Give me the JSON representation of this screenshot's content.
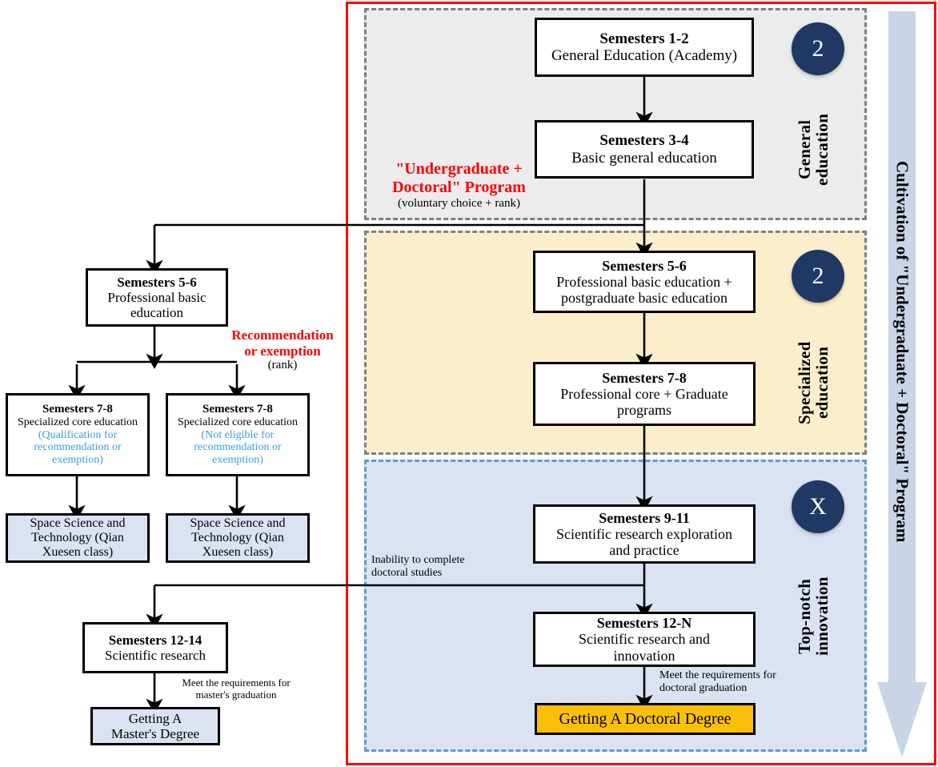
{
  "diagram": {
    "title": "Cultivation of \"Undergraduate + Doctoral\" Program",
    "colors": {
      "frame_red": "#ff0000",
      "general_bg": "#ececec",
      "specialized_bg": "#fdeecb",
      "topnotch_bg": "#dbe3f2",
      "badge_navy": "#1f3864",
      "degree_yellow": "#fbbf08",
      "note_blue": "#3d9be9",
      "banner_gray": "#c9d4e6"
    }
  },
  "regions": [
    {
      "id": "general",
      "badge": "2",
      "label": "General\neducation",
      "label_line1": "General",
      "label_line2": "education"
    },
    {
      "id": "specialized",
      "badge": "2",
      "label": "Specialized\neducation",
      "label_line1": "Specialized",
      "label_line2": "education"
    },
    {
      "id": "topnotch",
      "badge": "X",
      "label": "Top-notch\ninnovation",
      "label_line1": "Top-notch",
      "label_line2": "innovation"
    }
  ],
  "main_track": [
    {
      "id": "sem-1-2",
      "title": "Semesters 1-2",
      "lines": [
        "General Education (Academy)"
      ]
    },
    {
      "id": "sem-3-4",
      "title": "Semesters 3-4",
      "lines": [
        "Basic general education"
      ]
    },
    {
      "id": "sem-5-6",
      "title": "Semesters 5-6",
      "lines": [
        "Professional basic education +",
        "postgraduate basic education"
      ]
    },
    {
      "id": "sem-7-8",
      "title": "Semesters 7-8",
      "lines": [
        "Professional core + Graduate",
        "programs"
      ]
    },
    {
      "id": "sem-9-11",
      "title": "Semesters 9-11",
      "lines": [
        "Scientific research exploration",
        "and practice"
      ]
    },
    {
      "id": "sem-12-n",
      "title": "Semesters 12-N",
      "lines": [
        "Scientific research and",
        "innovation"
      ]
    },
    {
      "id": "doctoral-degree",
      "title": "",
      "lines": [
        "Getting A Doctoral Degree"
      ]
    }
  ],
  "left_track": [
    {
      "id": "left-sem-5-6",
      "title": "Semesters 5-6",
      "lines": [
        "Professional basic",
        "education"
      ]
    },
    {
      "id": "left-sem-7-8-qualified",
      "title": "Semesters 7-8",
      "lines": [
        "Specialized core education"
      ],
      "note": [
        "(Qualification for",
        "recommendation or",
        "exemption)"
      ]
    },
    {
      "id": "left-sem-7-8-not-eligible",
      "title": "Semesters 7-8",
      "lines": [
        "Specialized core education"
      ],
      "note": [
        "(Not eligible for",
        "recommendation or",
        "exemption)"
      ]
    },
    {
      "id": "qian-xuesen-left",
      "title": "",
      "lines": [
        "Space Science and",
        "Technology (Qian",
        "Xuesen class)"
      ]
    },
    {
      "id": "qian-xuesen-right",
      "title": "",
      "lines": [
        "Space Science and",
        "Technology (Qian",
        "Xuesen class)"
      ]
    },
    {
      "id": "left-sem-12-14",
      "title": "Semesters 12-14",
      "lines": [
        "Scientific research"
      ]
    },
    {
      "id": "masters-degree",
      "title": "",
      "lines": [
        "Getting A",
        "Master's Degree"
      ]
    }
  ],
  "annotations": {
    "program_red_line1": "\"Undergraduate +",
    "program_red_line2": "Doctoral\" Program",
    "program_sub": "(voluntary choice + rank)",
    "recommendation_line1": "Recommendation",
    "recommendation_line2": "or exemption",
    "recommendation_sub": "(rank)",
    "inability_line1": "Inability to complete",
    "inability_line2": "doctoral studies",
    "doctoral_req_line1": "Meet the requirements for",
    "doctoral_req_line2": "doctoral graduation",
    "masters_req_line1": "Meet the requirements for",
    "masters_req_line2": "master's graduation"
  },
  "banner": {
    "text": "Cultivation of \"Undergraduate + Doctoral\" Program"
  }
}
